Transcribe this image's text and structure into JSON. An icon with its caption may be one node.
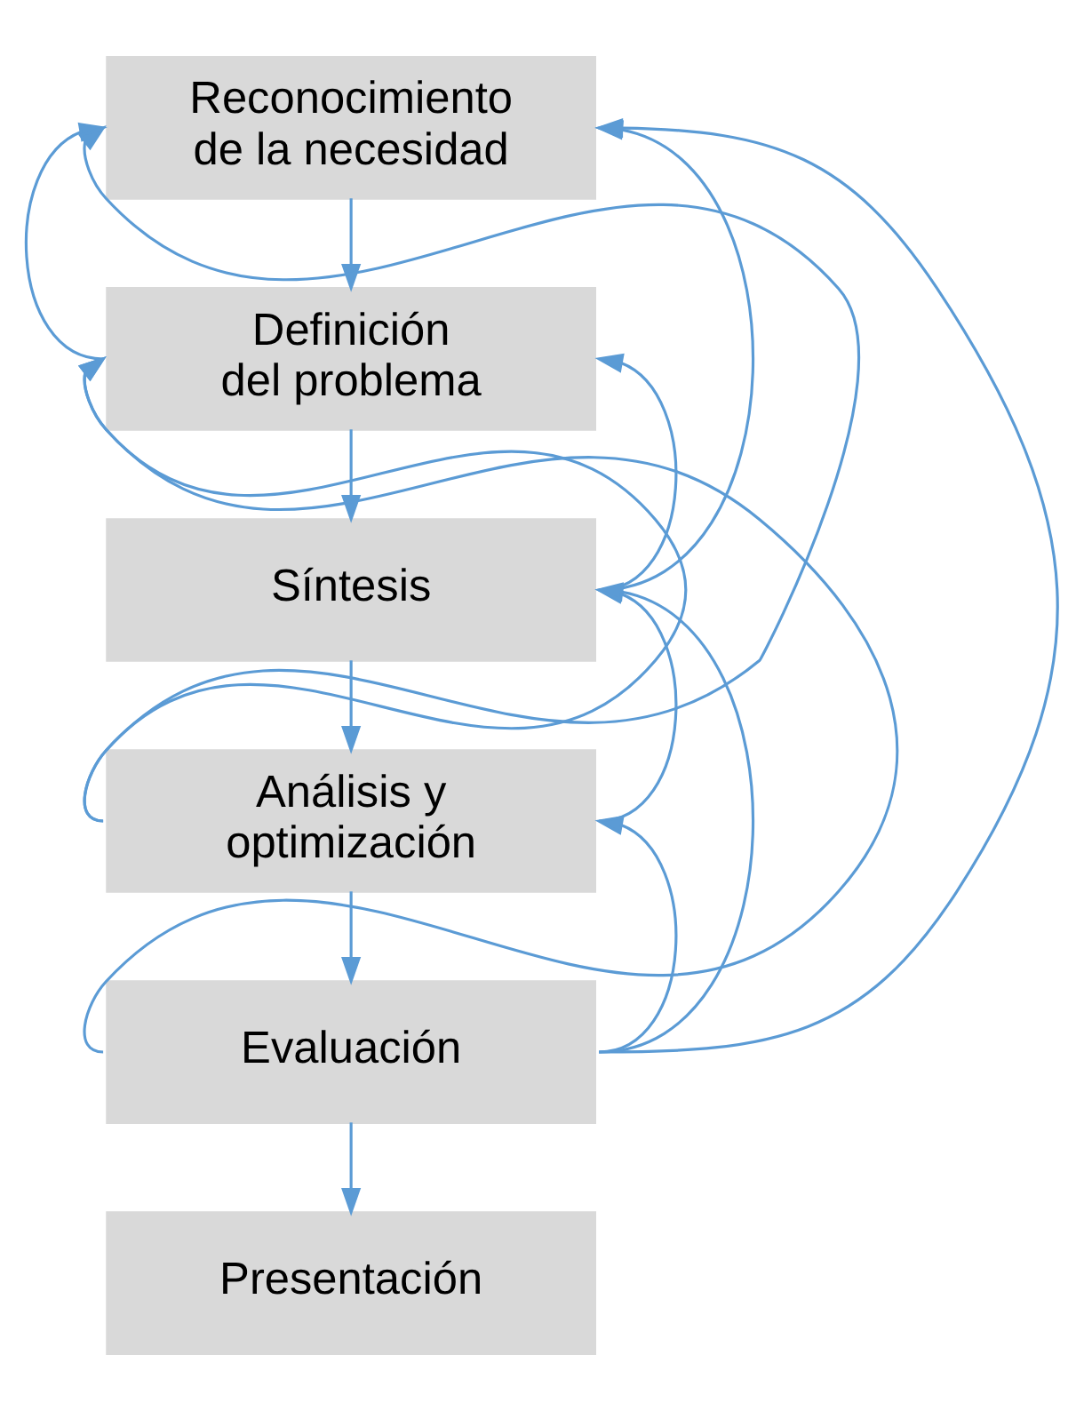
{
  "diagram": {
    "nodes": [
      {
        "text": [
          "Reconocimiento de la necesidad"
        ]
      },
      {
        "text": [
          "Definición del problema"
        ]
      },
      {
        "text": [
          "Síntesis"
        ]
      },
      {
        "text": [
          "Análisis y optimización"
        ]
      },
      {
        "text": [
          "Evaluación"
        ]
      },
      {
        "text": [
          "Presentación"
        ]
      }
    ],
    "edges": [
      {
        "from": 0,
        "to": 1,
        "arrow": "to"
      },
      {
        "from": 1,
        "to": 2,
        "arrow": "to"
      },
      {
        "from": 2,
        "to": 3,
        "arrow": "to"
      },
      {
        "from": 3,
        "to": 4,
        "arrow": "to"
      },
      {
        "from": 4,
        "to": 5,
        "arrow": "to"
      },
      {
        "from": 3,
        "to": 0,
        "arrow": "to"
      },
      {
        "from": 1,
        "to": 0,
        "arrow": "to"
      },
      {
        "from": 3,
        "to": 1,
        "arrow": "to"
      },
      {
        "from": 4,
        "to": 1,
        "arrow": "to"
      },
      {
        "from": 2,
        "to": 0,
        "arrow": "to"
      },
      {
        "from": 4,
        "to": 0,
        "arrow": "to"
      },
      {
        "from": 2,
        "to": 1,
        "arrow": "to"
      },
      {
        "from": 4,
        "to": 2,
        "arrow": "to"
      },
      {
        "from": 3,
        "to": 2,
        "arrow": "to"
      },
      {
        "from": 4,
        "to": 3,
        "arrow": "to"
      }
    ]
  }
}
